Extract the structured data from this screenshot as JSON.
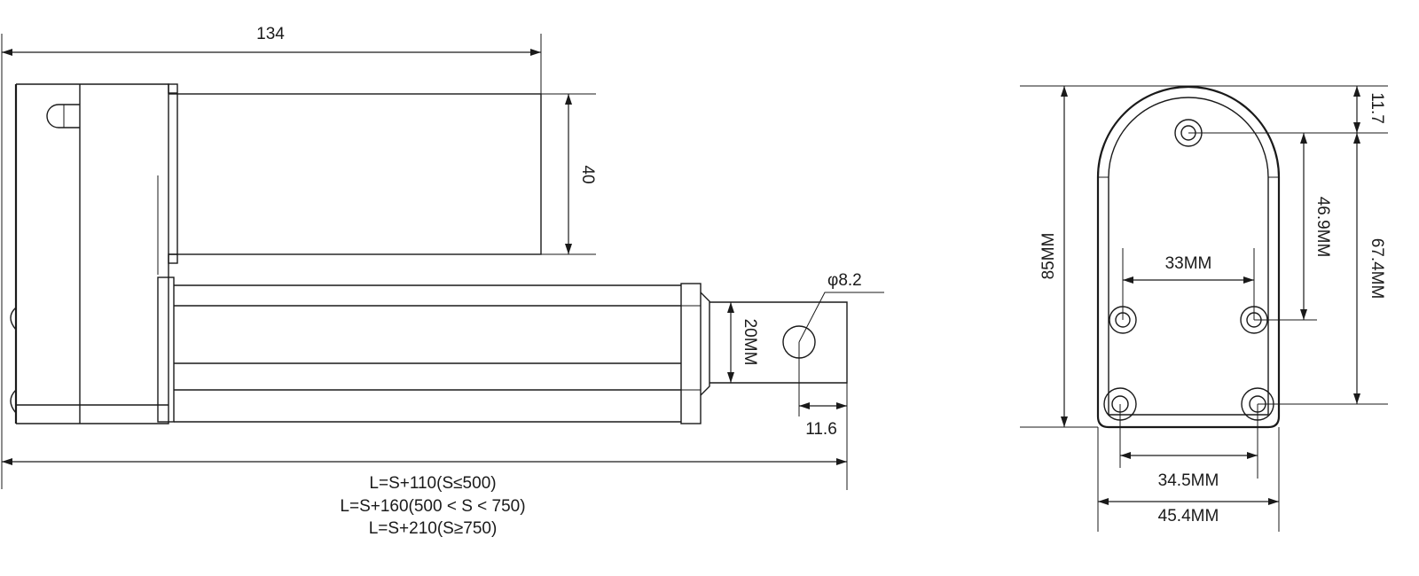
{
  "side_view": {
    "dim_length_top": "134",
    "dim_motor_height": "40",
    "dim_rod_height": "20MM",
    "dim_hole": "φ8.2",
    "dim_end_offset": "11.6",
    "formula_1": "L=S+110(S≤500)",
    "formula_2": "L=S+160(500 < S < 750)",
    "formula_3": "L=S+210(S≥750)"
  },
  "end_view": {
    "dim_top_offset": "11.7",
    "dim_total_height": "85MM",
    "dim_mid_holes_spacing": "33MM",
    "dim_top_to_mid": "46.9MM",
    "dim_top_to_bottom": "67.4MM",
    "dim_bottom_holes_spacing": "34.5MM",
    "dim_total_width": "45.4MM"
  }
}
